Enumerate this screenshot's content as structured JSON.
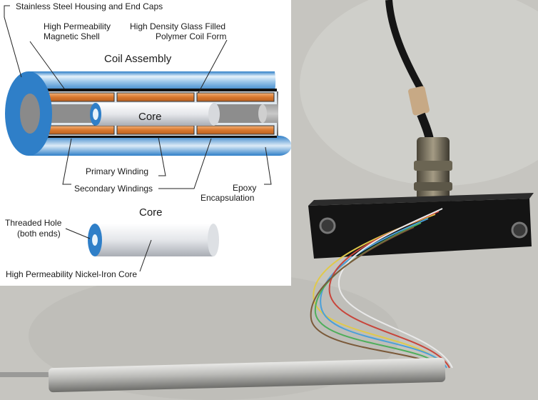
{
  "diagram": {
    "labels": {
      "housing": "Stainless Steel Housing and End Caps",
      "shell_line1": "High Permeability",
      "shell_line2": "Magnetic Shell",
      "coilform_line1": "High Density Glass Filled",
      "coilform_line2": "Polymer Coil Form",
      "coil_assembly": "Coil Assembly",
      "core_inside": "Core",
      "primary": "Primary Winding",
      "secondary": "Secondary Windings",
      "epoxy_line1": "Epoxy",
      "epoxy_line2": "Encapsulation",
      "core_title": "Core",
      "threaded_line1": "Threaded Hole",
      "threaded_line2": "(both ends)",
      "nickel_core": "High Permeability Nickel-Iron Core"
    },
    "colors": {
      "housing_blue": "#2f7fc8",
      "housing_light": "#cfe6f8",
      "winding_orange": "#d9782e",
      "core_gray": "#e4e6ea"
    }
  }
}
